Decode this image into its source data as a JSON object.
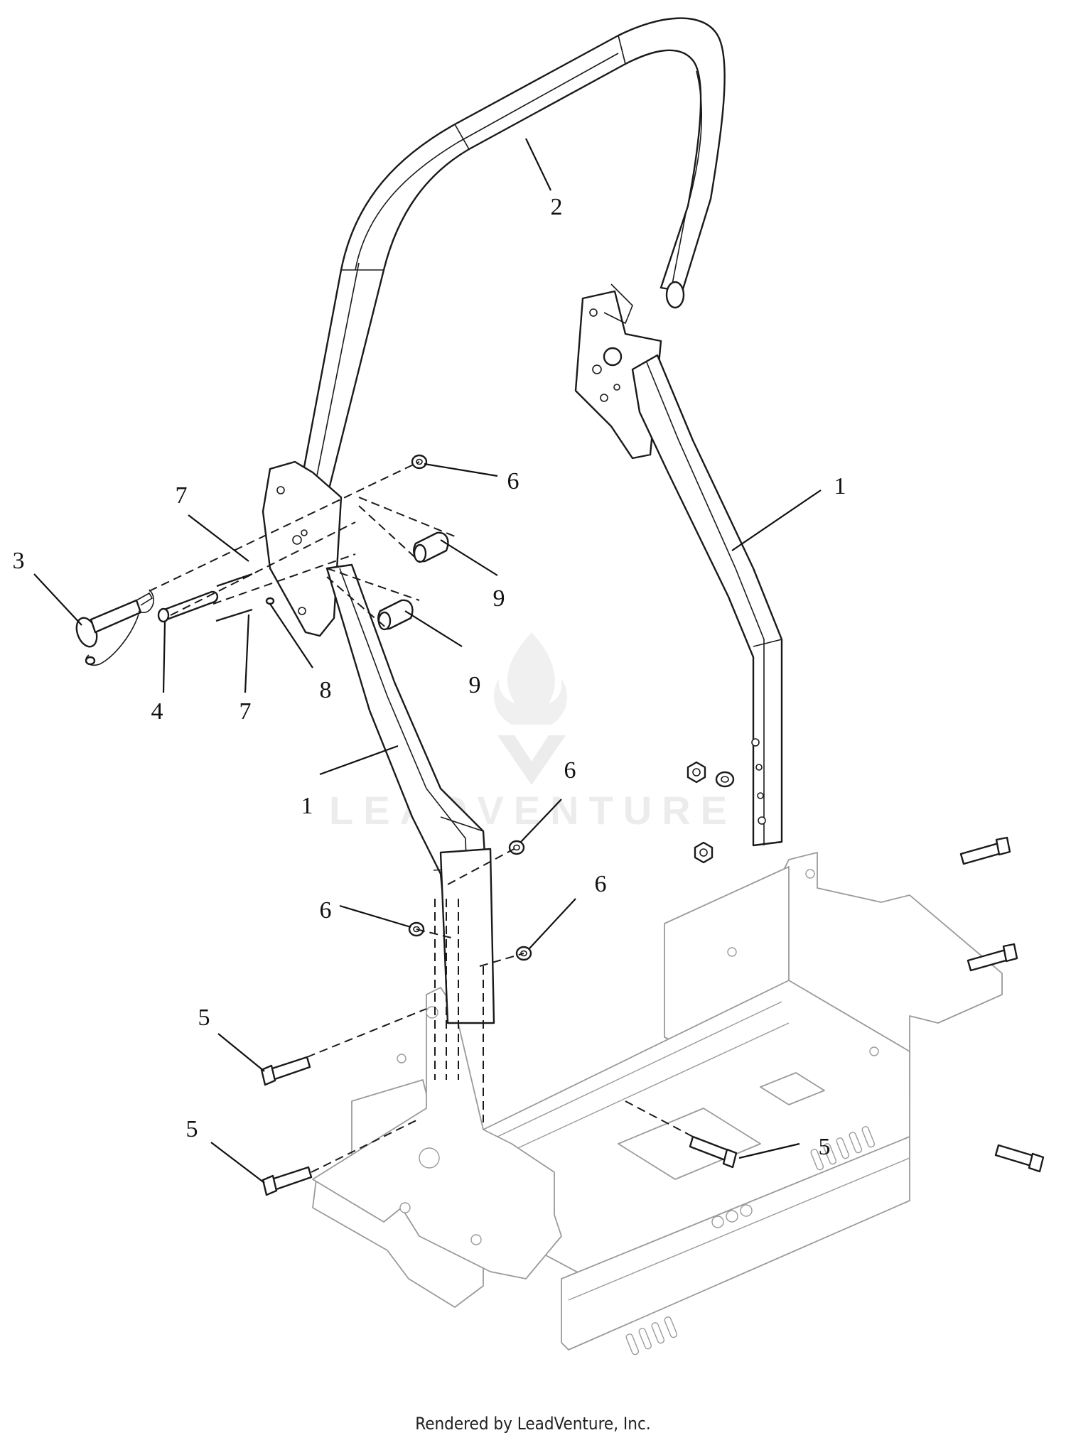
{
  "callouts": [
    {
      "id": "c2a",
      "label": "2"
    },
    {
      "id": "c6a",
      "label": "6"
    },
    {
      "id": "c7a",
      "label": "7"
    },
    {
      "id": "c1a",
      "label": "1"
    },
    {
      "id": "c3",
      "label": "3"
    },
    {
      "id": "c9a",
      "label": "9"
    },
    {
      "id": "c9b",
      "label": "9"
    },
    {
      "id": "c4",
      "label": "4"
    },
    {
      "id": "c7b",
      "label": "7"
    },
    {
      "id": "c8",
      "label": "8"
    },
    {
      "id": "c1b",
      "label": "1"
    },
    {
      "id": "c6b",
      "label": "6"
    },
    {
      "id": "c6c",
      "label": "6"
    },
    {
      "id": "c6d",
      "label": "6"
    },
    {
      "id": "c5a",
      "label": "5"
    },
    {
      "id": "c5b",
      "label": "5"
    },
    {
      "id": "c5c",
      "label": "5"
    }
  ],
  "watermark": {
    "brand": "LEADVENTURE"
  },
  "footer": {
    "text": "Rendered by LeadVenture, Inc."
  }
}
